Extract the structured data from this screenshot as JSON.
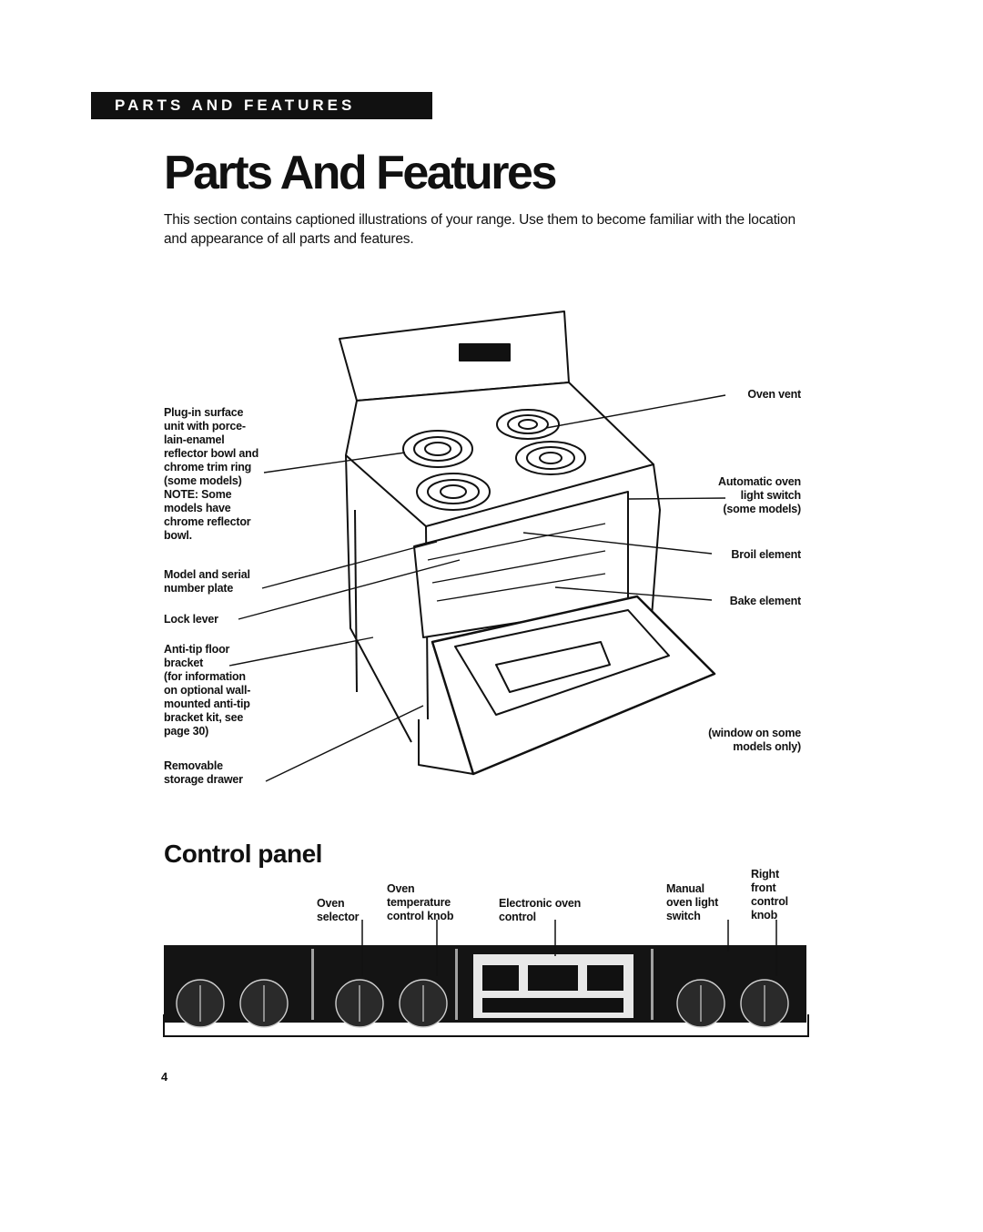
{
  "header": {
    "section_banner": "PARTS AND FEATURES",
    "page_title": "Parts And Features",
    "intro": "This section contains captioned illustrations of your range. Use them to become familiar with the location and appearance of all parts and features."
  },
  "range_diagram": {
    "labels_left": {
      "surface_unit": "Plug-in surface\nunit with porce-\nlain-enamel\nreflector bowl and\nchrome trim ring\n(some models)\nNOTE: Some\nmodels have\nchrome reflector\nbowl.",
      "model_plate": "Model and serial\nnumber plate",
      "lock_lever": "Lock lever",
      "anti_tip": "Anti-tip floor\nbracket\n(for information\non optional wall-\nmounted anti-tip\nbracket kit, see\npage 30)",
      "storage_drawer": "Removable\nstorage drawer"
    },
    "labels_right": {
      "oven_vent": "Oven vent",
      "light_switch": "Automatic oven\nlight switch\n(some models)",
      "broil_element": "Broil element",
      "bake_element": "Bake element",
      "window_note": "(window on some\nmodels only)"
    }
  },
  "control_panel": {
    "heading": "Control panel",
    "labels": {
      "oven_selector": "Oven\nselector",
      "temp_knob": "Oven\ntemperature\ncontrol knob",
      "electronic_control": "Electronic oven\ncontrol",
      "manual_light": "Manual\noven light\nswitch",
      "right_front": "Right\nfront\ncontrol\nknob"
    }
  },
  "footer": {
    "page_number": "4"
  }
}
